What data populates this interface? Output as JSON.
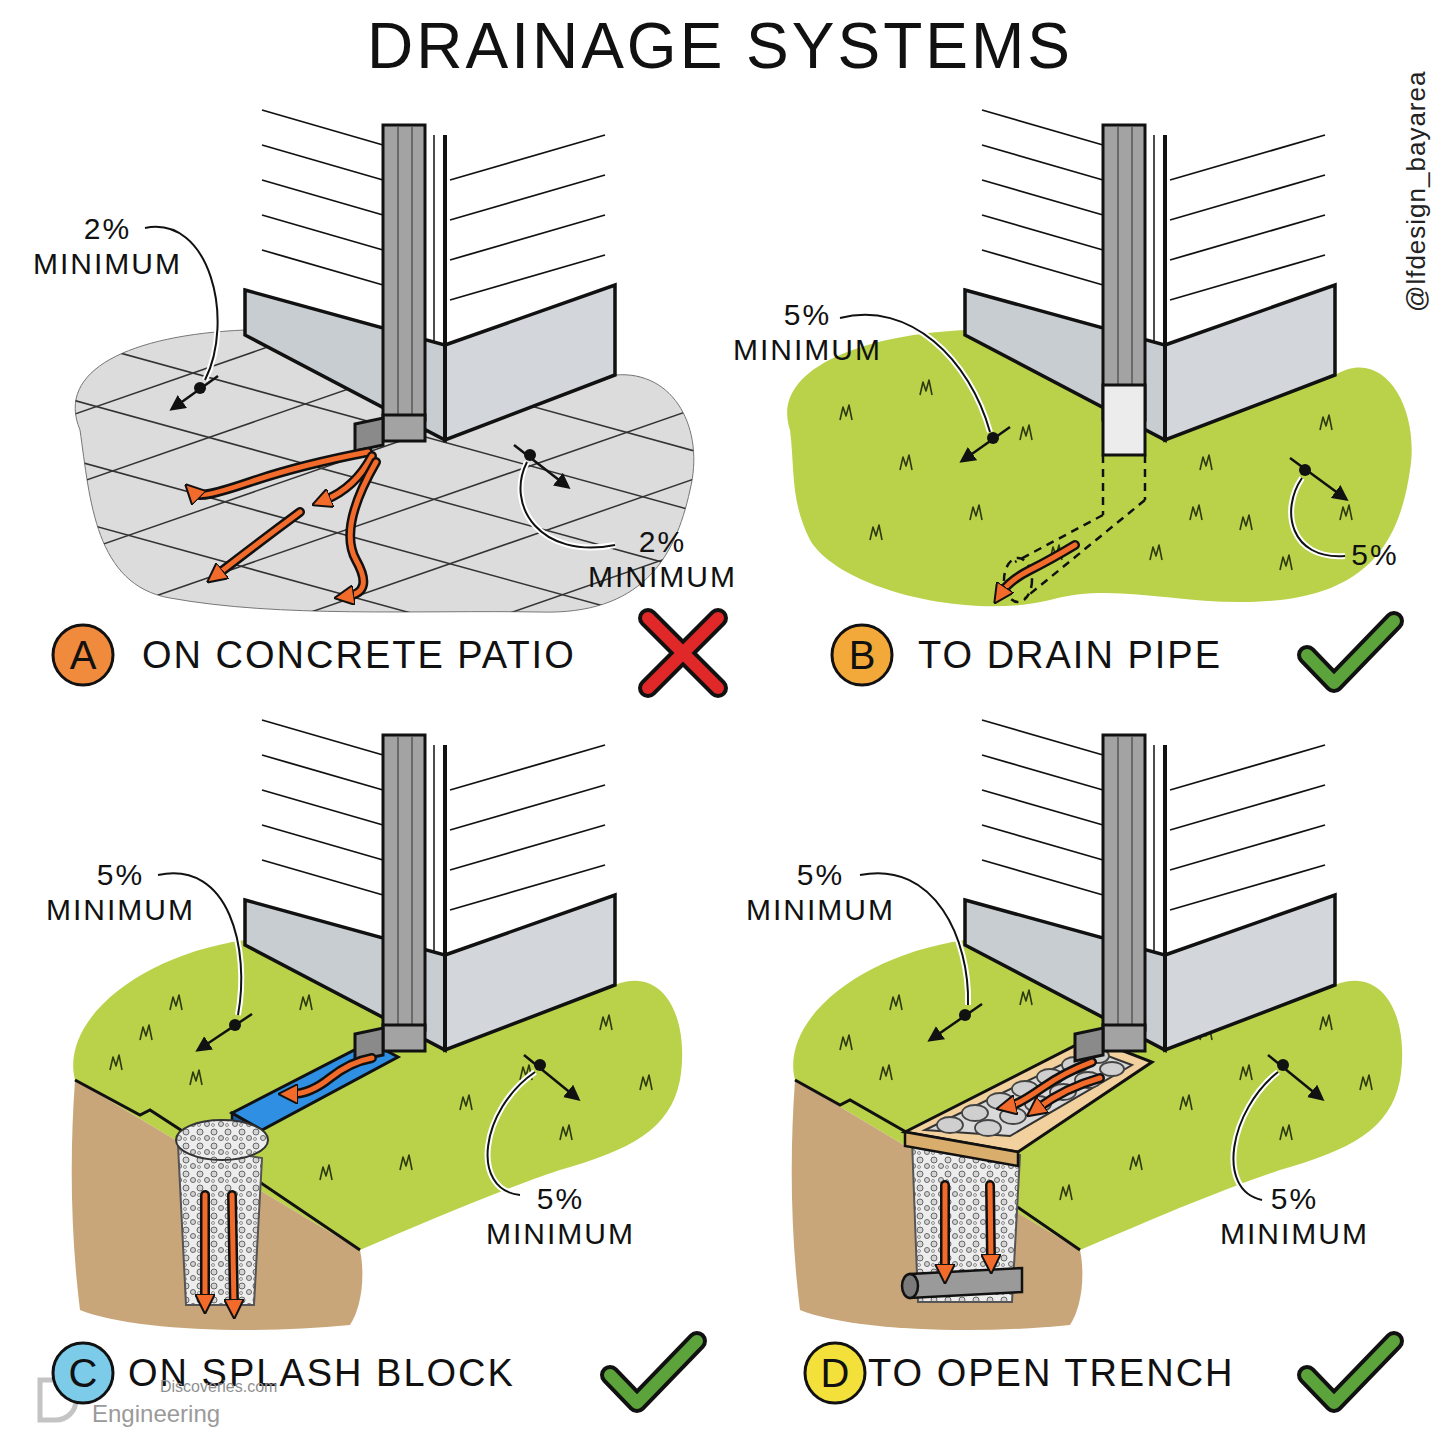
{
  "diagram": {
    "title": "DRAINAGE SYSTEMS",
    "nodes": [
      {
        "text": [
          "A"
        ]
      },
      {
        "text": [
          "B"
        ]
      },
      {
        "text": [
          "C"
        ]
      },
      {
        "text": [
          "D"
        ]
      }
    ],
    "labels": [
      "2% MINIMUM",
      "2% MINIMUM",
      "5% MINIMUM",
      "5%",
      "5% MINIMUM",
      "5% MINIMUM",
      "5% MINIMUM",
      "5% MINIMUM",
      "ON CONCRETE PATIO",
      "TO DRAIN PIPE",
      "ON SPLASH BLOCK",
      "TO OPEN TRENCH",
      "@lfdesign_bayarea",
      "Discoveries.com",
      "Engineering"
    ]
  }
}
